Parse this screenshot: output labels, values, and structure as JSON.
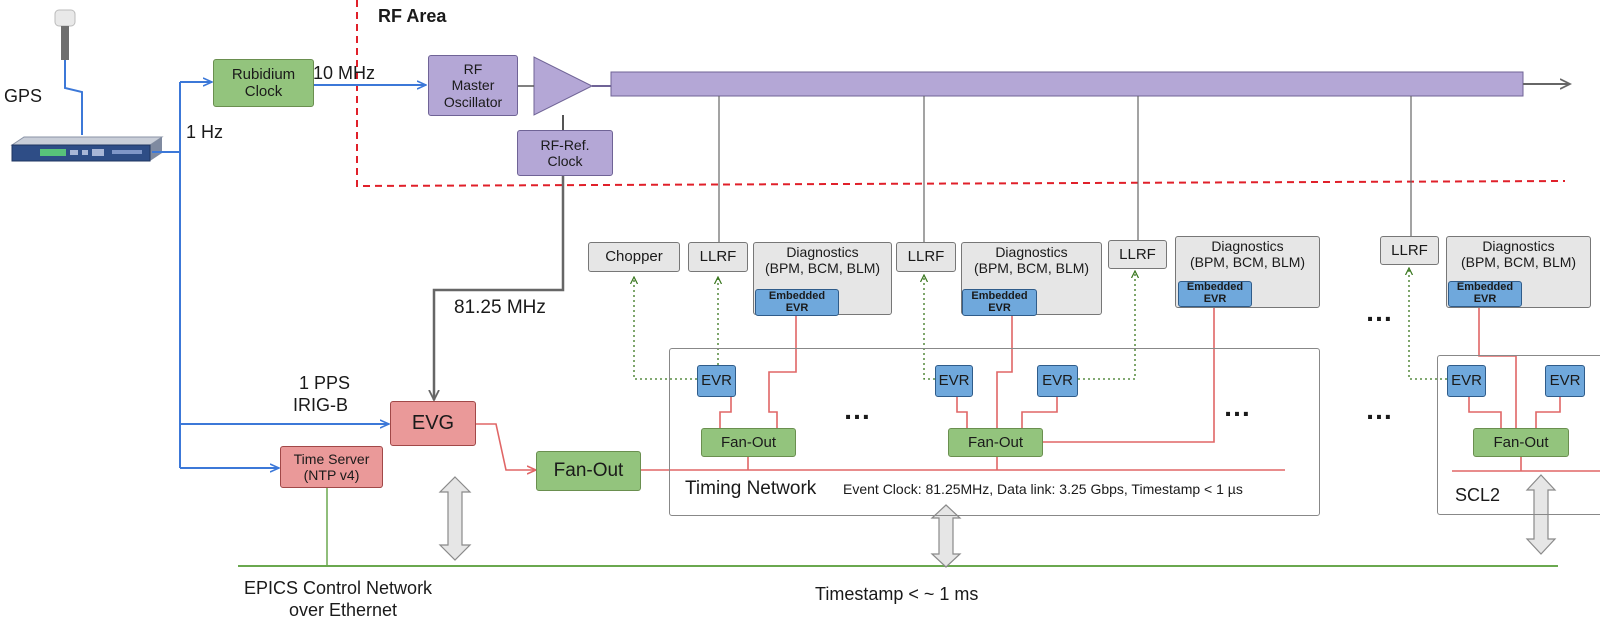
{
  "rf_area": {
    "title": "RF Area"
  },
  "gps": {
    "label": "GPS"
  },
  "rubidium": {
    "line1": "Rubidium",
    "line2": "Clock"
  },
  "signals": {
    "mhz10": "10 MHz",
    "hz1": "1 Hz",
    "mhz8125": "81.25 MHz",
    "pps": "1 PPS",
    "irig": "IRIG-B"
  },
  "rf_master": {
    "line1": "RF",
    "line2": "Master",
    "line3": "Oscillator"
  },
  "rf_ref": {
    "line1": "RF-Ref.",
    "line2": "Clock"
  },
  "evg": {
    "label": "EVG"
  },
  "time_server": {
    "line1": "Time Server",
    "line2": "(NTP v4)"
  },
  "fanout": {
    "label": "Fan-Out"
  },
  "chopper": {
    "label": "Chopper"
  },
  "llrf": {
    "label": "LLRF"
  },
  "diagnostics": {
    "line1": "Diagnostics",
    "line2": "(BPM, BCM, BLM)"
  },
  "embedded_evr": {
    "line1": "Embedded",
    "line2": "EVR"
  },
  "evr": {
    "label": "EVR"
  },
  "ellipsis": "…",
  "timing_network": {
    "title": "Timing Network",
    "details": "Event Clock: 81.25MHz, Data link: 3.25 Gbps, Timestamp < 1 µs"
  },
  "scl2": {
    "label": "SCL2"
  },
  "epics": {
    "line1": "EPICS Control Network",
    "line2": "over Ethernet"
  },
  "timestamp_ms": "Timestamp < ~ 1 ms",
  "colors": {
    "blue_link": "#3c78d8",
    "red_link": "#e06666",
    "green_link": "#6aa84f",
    "dotted_link": "#38761d",
    "rf_dashed": "#e0202a",
    "purple_fill": "#b4a7d6",
    "green_fill": "#93c47d",
    "red_fill": "#ea9999",
    "blue_fill": "#6fa8dc",
    "gray_fill": "#e6e6e6"
  }
}
